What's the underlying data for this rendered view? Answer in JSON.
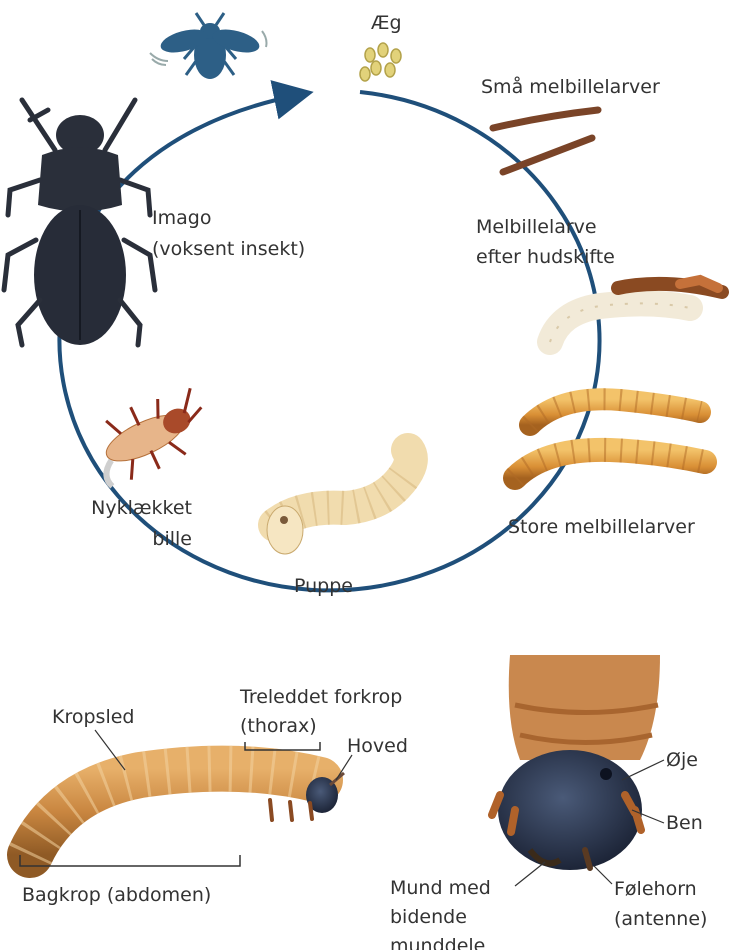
{
  "cycle": {
    "labels": {
      "egg": "Æg",
      "small_larvae": "Små melbillelarver",
      "molted_larva": "Melbillelarve\nefter hudskifte",
      "large_larvae": "Store melbillelarver",
      "pupa": "Puppe",
      "newly_hatched": "Nyklækket\nbille",
      "imago": "Imago\n(voksent insekt)"
    }
  },
  "anatomy": {
    "labels": {
      "segments": "Kropsled",
      "thorax": "Treleddet forkrop\n(thorax)",
      "head": "Hoved",
      "abdomen": "Bagkrop (abdomen)",
      "eye": "Øje",
      "legs": "Ben",
      "antenna": "Følehorn\n(antenne)",
      "mouth": "Mund med\nbidende\nmunddele"
    }
  },
  "colors": {
    "cycle_arrow": "#1f4f7a",
    "beetle": "#2a2f3a",
    "flying_beetle": "#2d5f86",
    "larva": "#d99a3a",
    "pupa": "#f1dcae",
    "egg": "#e2d27a"
  }
}
